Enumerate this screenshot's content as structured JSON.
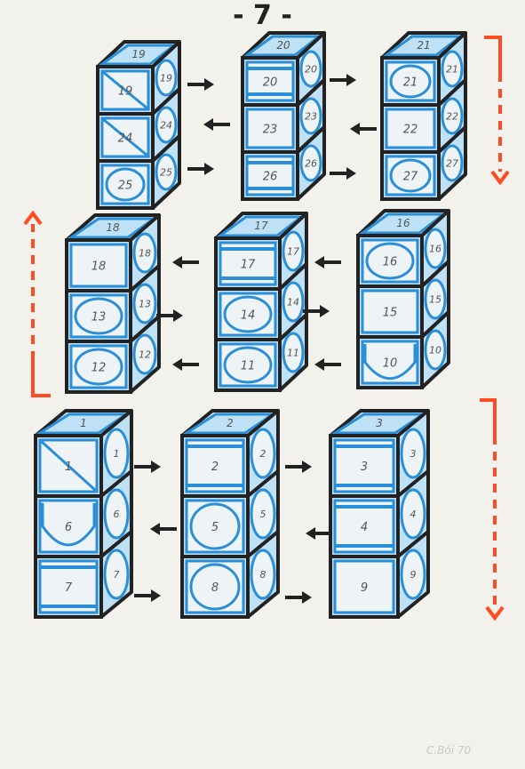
{
  "page_number": "- 7 -",
  "signature": "C.Bóí 70",
  "colors": {
    "paper": "#f2f1ec",
    "ink": "#222222",
    "blue": "#2a8fd6",
    "light_blue": "#bfe1f5",
    "red": "#ff4a22"
  },
  "cube_blocks": [
    {
      "labels": [
        "19",
        "20",
        "21",
        "22",
        "23",
        "24",
        "25",
        "26",
        "27"
      ]
    },
    {
      "labels": [
        "18",
        "17",
        "16",
        "15",
        "14",
        "13",
        "12",
        "11",
        "10"
      ]
    },
    {
      "labels": [
        "1",
        "2",
        "3",
        "4",
        "5",
        "6",
        "7",
        "8",
        "9"
      ]
    }
  ],
  "cells": [
    {
      "n": "19",
      "deco": "cross"
    },
    {
      "n": "24",
      "deco": "cross"
    },
    {
      "n": "25",
      "deco": "circle"
    },
    {
      "n": "20",
      "deco": "band"
    },
    {
      "n": "23",
      "deco": "plain"
    },
    {
      "n": "26",
      "deco": "band"
    },
    {
      "n": "21",
      "deco": "circle"
    },
    {
      "n": "22",
      "deco": "plain"
    },
    {
      "n": "27",
      "deco": "circle"
    },
    {
      "n": "18",
      "deco": "plain"
    },
    {
      "n": "13",
      "deco": "circle"
    },
    {
      "n": "12",
      "deco": "circle"
    },
    {
      "n": "17",
      "deco": "band"
    },
    {
      "n": "14",
      "deco": "circle"
    },
    {
      "n": "11",
      "deco": "circle"
    },
    {
      "n": "16",
      "deco": "circle"
    },
    {
      "n": "15",
      "deco": "plain"
    },
    {
      "n": "10",
      "deco": "arch"
    },
    {
      "n": "1",
      "deco": "cross"
    },
    {
      "n": "6",
      "deco": "arch"
    },
    {
      "n": "7",
      "deco": "band"
    },
    {
      "n": "2",
      "deco": "band"
    },
    {
      "n": "5",
      "deco": "circle"
    },
    {
      "n": "8",
      "deco": "circle"
    },
    {
      "n": "3",
      "deco": "band"
    },
    {
      "n": "4",
      "deco": "band"
    },
    {
      "n": "9",
      "deco": "plain"
    }
  ],
  "arrows": [
    {
      "dir": "right"
    },
    {
      "dir": "left"
    },
    {
      "dir": "right"
    },
    {
      "dir": "right"
    },
    {
      "dir": "left"
    },
    {
      "dir": "right"
    },
    {
      "dir": "left"
    },
    {
      "dir": "right"
    },
    {
      "dir": "left"
    },
    {
      "dir": "left"
    },
    {
      "dir": "right"
    },
    {
      "dir": "left"
    },
    {
      "dir": "right"
    },
    {
      "dir": "left"
    },
    {
      "dir": "right"
    },
    {
      "dir": "right"
    },
    {
      "dir": "left"
    },
    {
      "dir": "right"
    }
  ],
  "red_arrows": [
    {
      "dir": "down"
    },
    {
      "dir": "up"
    },
    {
      "dir": "down"
    }
  ]
}
